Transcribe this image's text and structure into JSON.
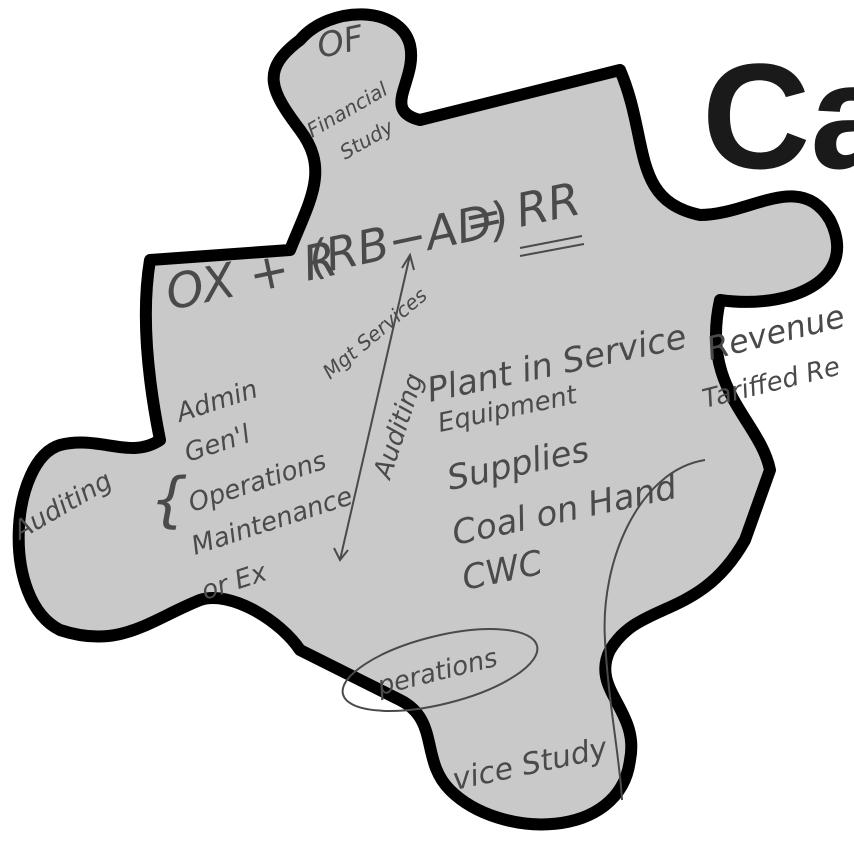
{
  "colors": {
    "piece_fill": "#c9c9c9",
    "piece_stroke": "#000000",
    "ink": "#4a4a4a",
    "background": "#ffffff"
  },
  "heading_fragment": "Ca",
  "whiteboard": {
    "top_partial": "OF",
    "financial_study": [
      "Financial",
      "Study"
    ],
    "formula_left": "OX + R",
    "formula_paren": "(RB−AD)",
    "formula_right": "= RR",
    "mgt_services": "Mgt Services",
    "auditing_vertical": "Auditing",
    "auditing_left": "Auditing",
    "expenses_list": [
      "Admin",
      "Gen'l",
      "Operations",
      "Maintenance",
      "or Ex"
    ],
    "plant_list": [
      "Plant in Service",
      "Equipment",
      "Supplies",
      "Coal on Hand",
      "CWC"
    ],
    "revenue": "Revenue",
    "tariffed": "Tariffed Re",
    "operations_circled": "perations",
    "study": "vice Study"
  }
}
